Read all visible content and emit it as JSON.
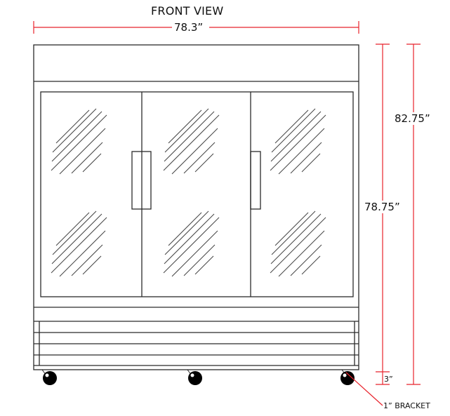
{
  "diagram": {
    "title": "FRONT VIEW",
    "product": "3-door glass door refrigerator, front elevation",
    "colors": {
      "outline": "#2b2b2b",
      "dimension": "#e8232c",
      "hatch": "#444444",
      "caster": "#000000"
    },
    "dimensions": {
      "width": "78.3”",
      "overall_height": "82.75”",
      "cabinet_height": "78.75”",
      "caster_height": "3”",
      "bracket_note": "1” BRACKET"
    },
    "doors": [
      {
        "id": "left",
        "handle_side": "right"
      },
      {
        "id": "middle",
        "handle_side": "left"
      },
      {
        "id": "right",
        "handle_side": "left"
      }
    ],
    "grille_slats": 4,
    "casters": 3
  }
}
